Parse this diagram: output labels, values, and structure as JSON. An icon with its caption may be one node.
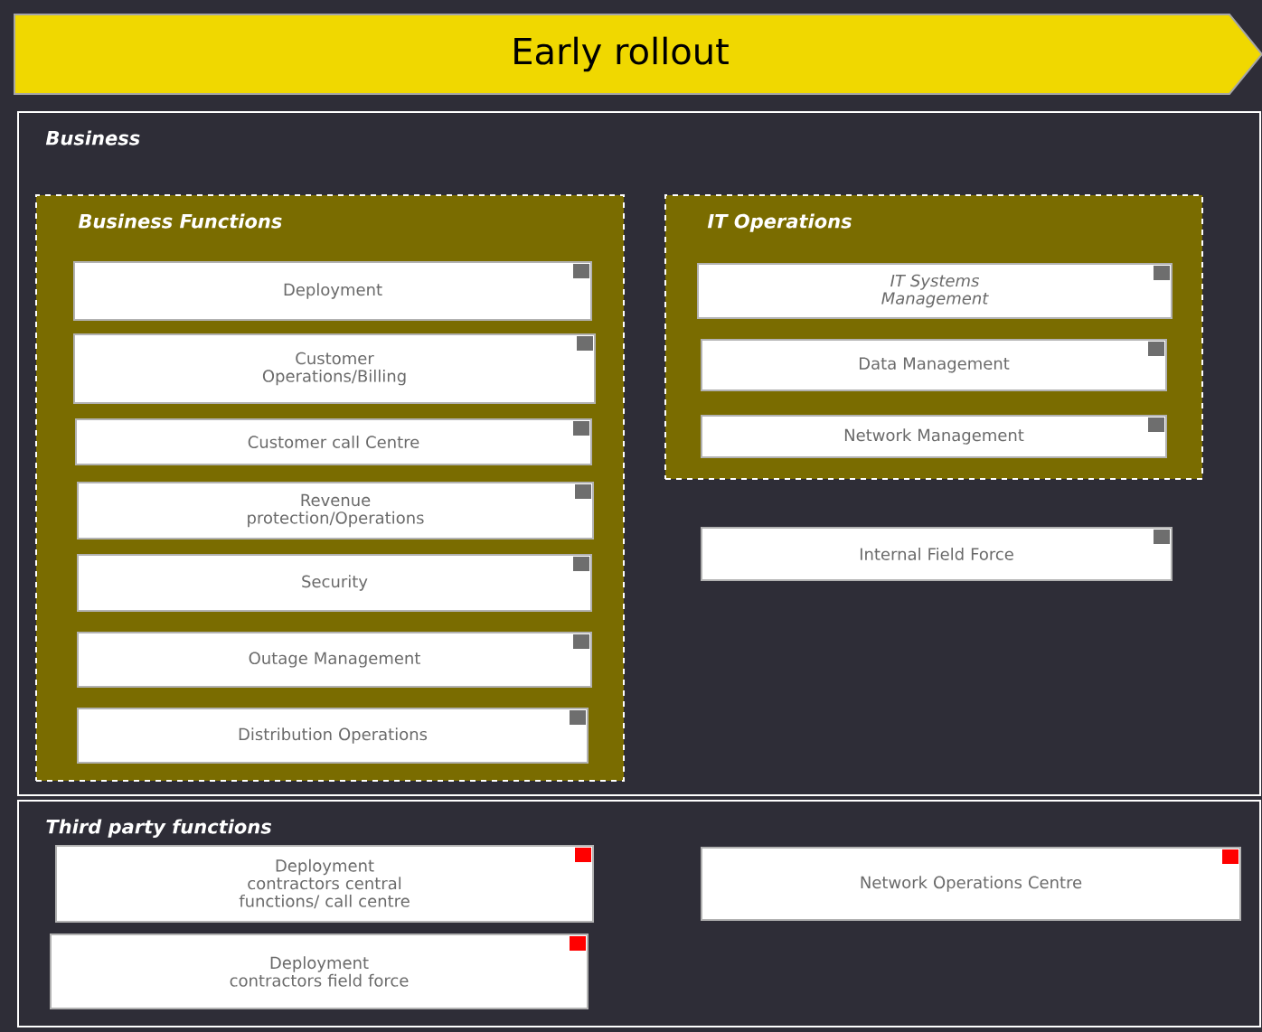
{
  "diagram": {
    "nodes": [
      {
        "text": [
          "Early rollout"
        ]
      },
      {
        "text": [
          "Business"
        ]
      },
      {
        "text": [
          "Business Functions"
        ],
        "in": 1
      },
      {
        "text": [
          "Deployment"
        ],
        "in": 2
      },
      {
        "text": [
          "Customer Operations/Billing"
        ],
        "in": 2
      },
      {
        "text": [
          "Customer call Centre"
        ],
        "in": 2
      },
      {
        "text": [
          "Revenue protection/Operations"
        ],
        "in": 2
      },
      {
        "text": [
          "Security"
        ],
        "in": 2
      },
      {
        "text": [
          "Outage Management"
        ],
        "in": 2
      },
      {
        "text": [
          "Distribution Operations"
        ],
        "in": 2
      },
      {
        "text": [
          "IT Operations"
        ],
        "in": 1
      },
      {
        "text": [
          "IT Systems Management"
        ],
        "in": 10
      },
      {
        "text": [
          "Data Management"
        ],
        "in": 10
      },
      {
        "text": [
          "Network Management"
        ],
        "in": 10
      },
      {
        "text": [
          "Internal Field Force"
        ],
        "in": 1
      },
      {
        "text": [
          "Third party functions"
        ]
      },
      {
        "text": [
          "Deployment contractors central functions/ call centre"
        ],
        "in": 15
      },
      {
        "text": [
          "Deployment contractors field force"
        ],
        "in": 15
      },
      {
        "text": [
          "Network Operations Centre"
        ],
        "in": 15
      }
    ]
  }
}
